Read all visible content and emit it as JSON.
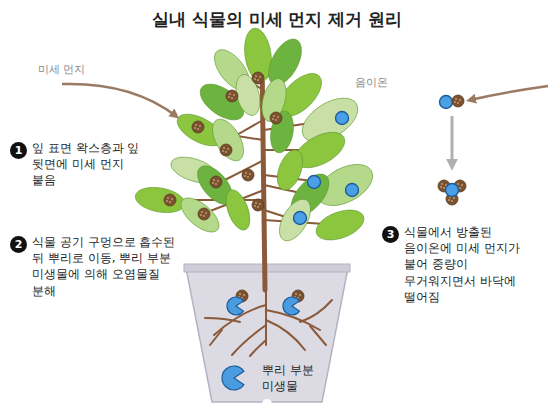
{
  "diagram": {
    "title": "실내 식물의 미세 먼지 제거 원리",
    "labels": [
      "미세 먼지",
      "1",
      "잎 표면 왁스층과 잎 뒷면에 미세 먼지 붙음",
      "2",
      "식물 공기 구멍으로 흡수된 뒤 뿌리로 이동, 뿌리 부분 미생물에 의해 오염물질 분해",
      "3",
      "식물에서 방출된 음이온에 미세 먼지가 붙어 중량이 무거워지면서 바닥에 떨어짐",
      "음이온",
      "뿌리 부분 미생물"
    ]
  }
}
